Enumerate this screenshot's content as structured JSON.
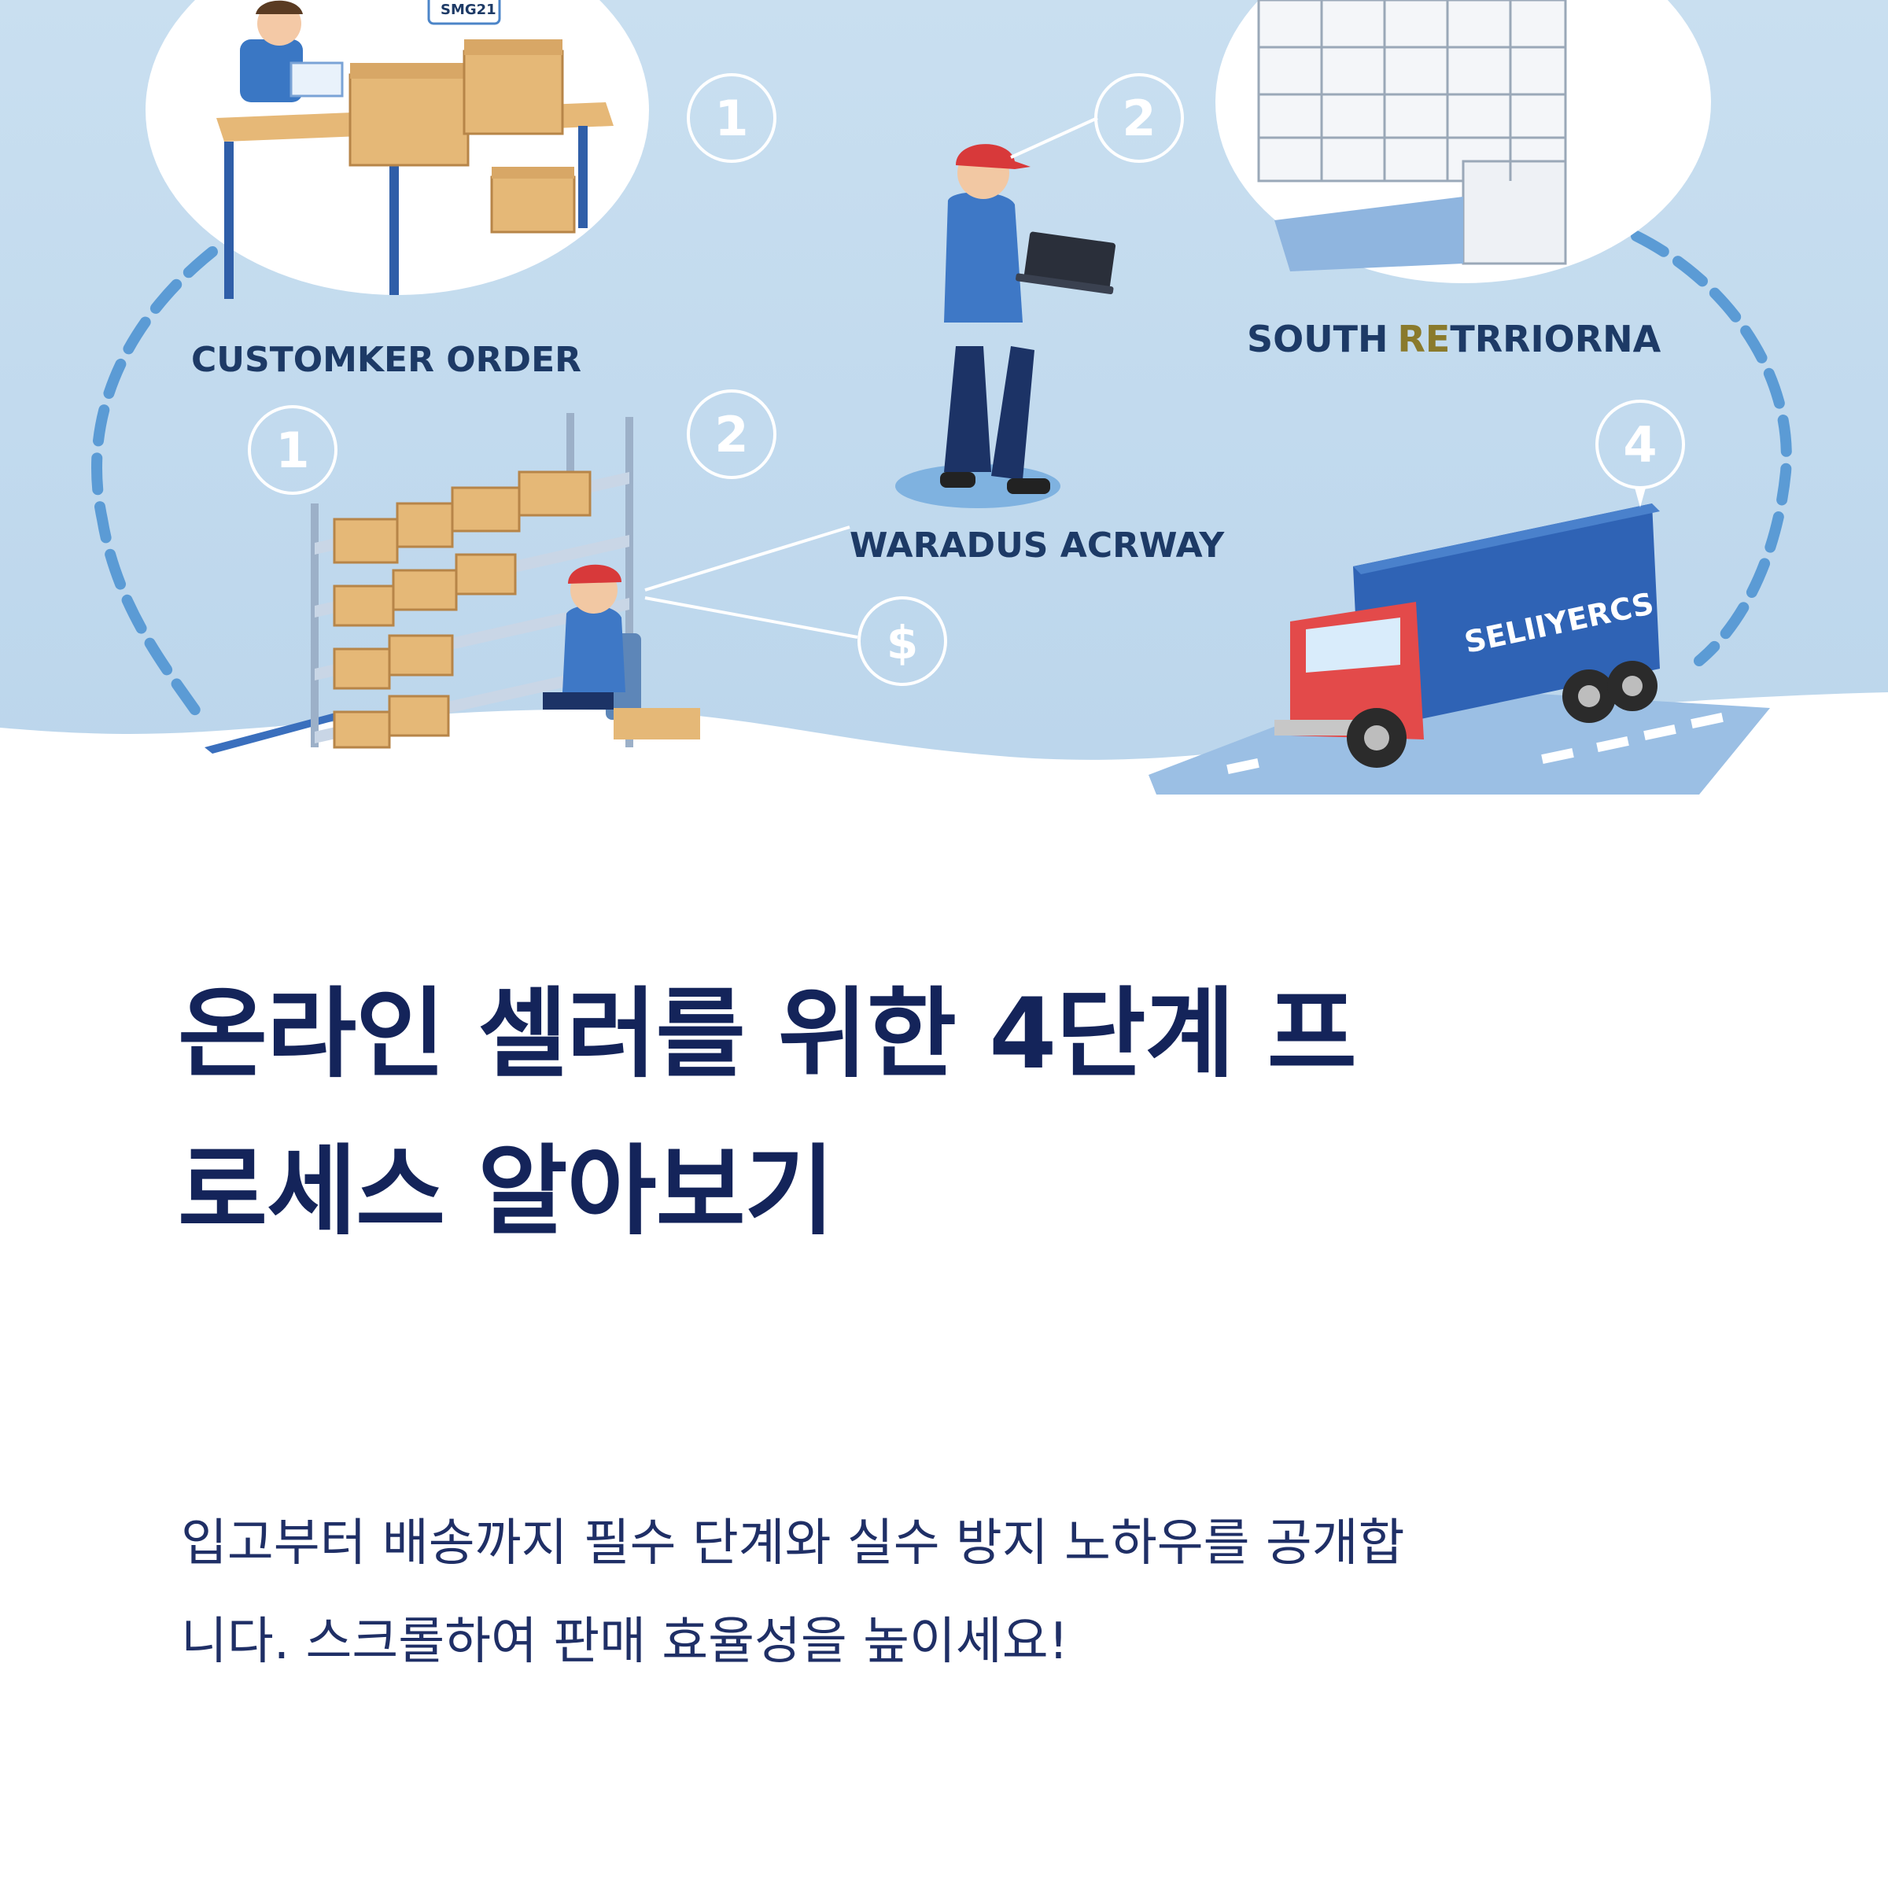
{
  "hero": {
    "labels": {
      "customer_order": "CUSTOMKER ORDER",
      "south_a": "SOUTH",
      "south_b": "RE",
      "south_c": "TRRIORNA",
      "waradus": "WARADUS ACRWAY",
      "truck": "SELIIYERCS",
      "sign": "SMG21"
    },
    "badges": {
      "b1": "1",
      "b2": "2",
      "b3": "1",
      "b4": "2",
      "b5": "4",
      "b6": "$"
    }
  },
  "content": {
    "title_line1": "온라인 셀러를 위한 4단계 프",
    "title_line2": "로세스 알아보기",
    "subtitle_line1": "입고부터 배송까지 필수 단계와 실수 방지 노하우를 공개합",
    "subtitle_line2": "니다. 스크롤하여 판매 효율성을 높이세요!"
  },
  "colors": {
    "sky": "#c5dcee",
    "title": "#14245a",
    "text": "#1f2f66",
    "accent_blue": "#3f72b8",
    "cap_red": "#d8393a"
  }
}
